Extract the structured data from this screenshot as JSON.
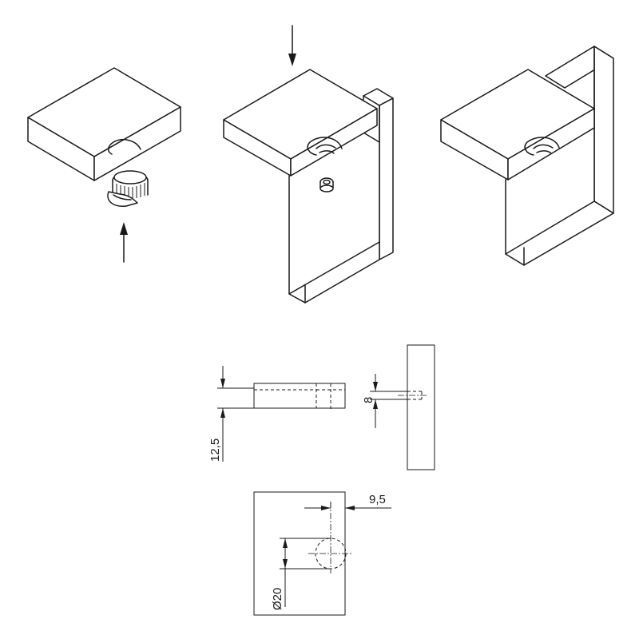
{
  "dimensions": {
    "panel_thickness": "12,5",
    "bore_depth": "8",
    "edge_offset": "9,5",
    "bore_diameter": "Ø20"
  }
}
